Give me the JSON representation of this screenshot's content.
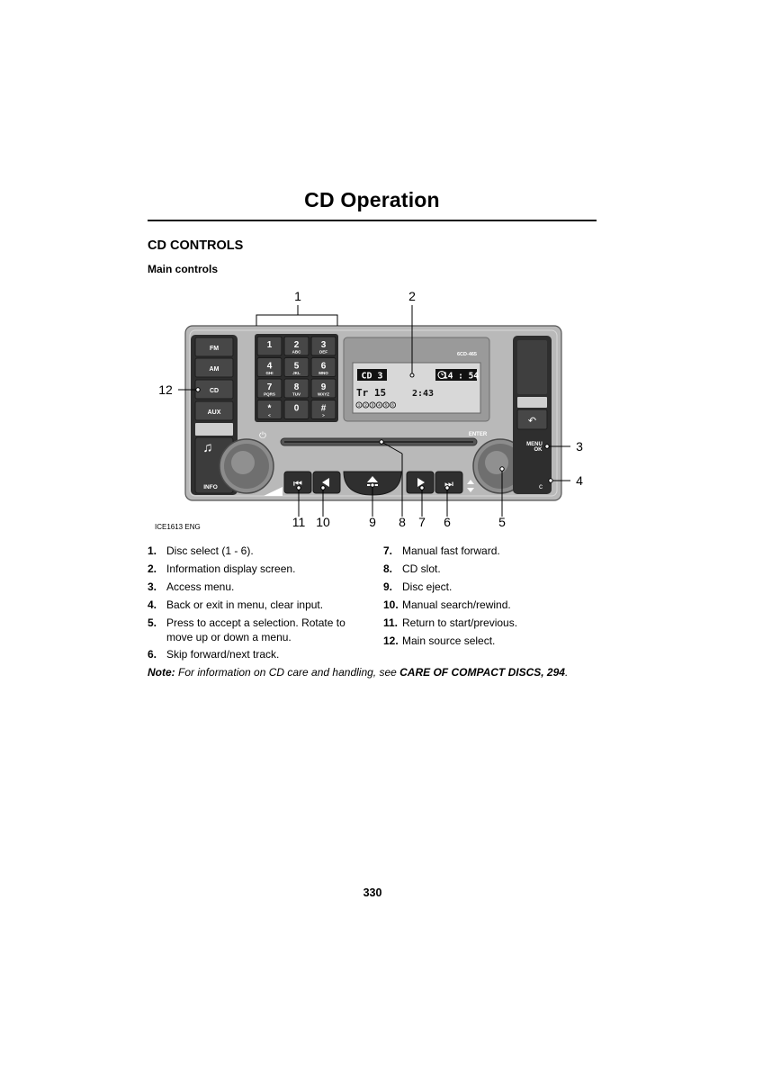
{
  "page": {
    "title": "CD Operation",
    "section_heading": "CD CONTROLS",
    "subheading": "Main controls",
    "page_number": "330"
  },
  "figure": {
    "image_id": "ICE1613 ENG",
    "callouts": [
      "1",
      "2",
      "3",
      "4",
      "5",
      "6",
      "7",
      "8",
      "9",
      "10",
      "11",
      "12"
    ],
    "source_buttons": [
      "FM",
      "AM",
      "CD",
      "AUX"
    ],
    "info_label": "INFO",
    "enter_label": "ENTER",
    "menu_ok_label": [
      "MENU",
      "OK"
    ],
    "model_label": "6CD-465",
    "keypad": [
      {
        "digit": "1",
        "letters": ""
      },
      {
        "digit": "2",
        "letters": "ABC"
      },
      {
        "digit": "3",
        "letters": "DEF"
      },
      {
        "digit": "4",
        "letters": "GHI"
      },
      {
        "digit": "5",
        "letters": "JKL"
      },
      {
        "digit": "6",
        "letters": "MNO"
      },
      {
        "digit": "7",
        "letters": "PQRS"
      },
      {
        "digit": "8",
        "letters": "TUV"
      },
      {
        "digit": "9",
        "letters": "WXYZ"
      },
      {
        "digit": "*",
        "letters": "<"
      },
      {
        "digit": "0",
        "letters": ""
      },
      {
        "digit": "#",
        "letters": ">"
      }
    ],
    "display": {
      "source": "CD 3",
      "clock": "14 : 54",
      "track": "Tr 15",
      "time": "2:43",
      "discs": [
        "1",
        "2",
        "3",
        "4",
        "5",
        "6"
      ]
    },
    "colors": {
      "panel": "#b9b9b9",
      "button": "#3a3a3a",
      "lcd": "#d8d8d8"
    }
  },
  "list_left": [
    {
      "num": "1.",
      "text": "Disc select (1 - 6)."
    },
    {
      "num": "2.",
      "text": "Information display screen."
    },
    {
      "num": "3.",
      "text": "Access menu."
    },
    {
      "num": "4.",
      "text": "Back or exit in menu, clear input."
    },
    {
      "num": "5.",
      "text": "Press to accept a selection. Rotate to move up or down a menu."
    },
    {
      "num": "6.",
      "text": "Skip forward/next track."
    }
  ],
  "list_right": [
    {
      "num": "7.",
      "text": "Manual fast forward."
    },
    {
      "num": "8.",
      "text": "CD slot."
    },
    {
      "num": "9.",
      "text": "Disc eject."
    },
    {
      "num": "10.",
      "text": "Manual search/rewind."
    },
    {
      "num": "11.",
      "text": "Return to start/previous."
    },
    {
      "num": "12.",
      "text": "Main source select."
    }
  ],
  "note": {
    "label": "Note:",
    "text": " For information on CD care and handling, see ",
    "reference": "CARE OF COMPACT DISCS, 294",
    "end": "."
  }
}
